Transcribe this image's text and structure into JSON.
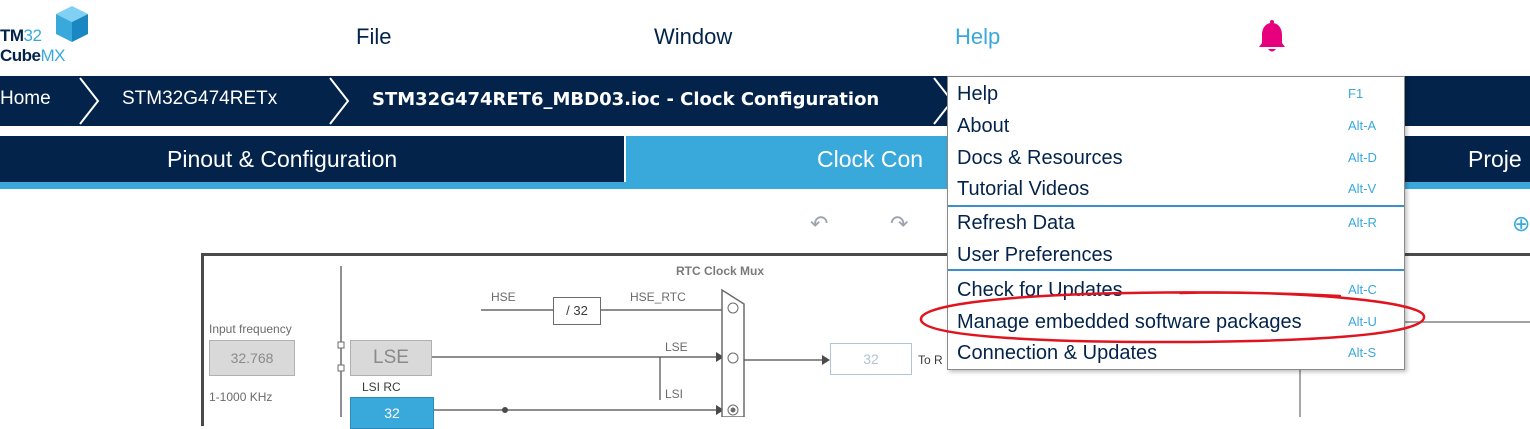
{
  "logo": {
    "line1_bold": "TM",
    "line1_light": "32",
    "line2_bold": "Cube",
    "line2_light": "MX"
  },
  "menu": {
    "file": "File",
    "window": "Window",
    "help": "Help"
  },
  "breadcrumb": {
    "home": "Home",
    "mcu": "STM32G474RETx",
    "project": "STM32G474RET6_MBD03.ioc - Clock Configuration"
  },
  "tabs": {
    "pinout": "Pinout & Configuration",
    "clock": "Clock Con",
    "project": "Proje"
  },
  "toolbar": {
    "undo_icon": "↶",
    "redo_icon": "↷",
    "zoom_icon": "⊕"
  },
  "diagram": {
    "rtc_mux_title": "RTC Clock Mux",
    "hse": "HSE",
    "hse_rtc": "HSE_RTC",
    "div32": "/ 32",
    "input_frequency": "Input frequency",
    "lse_value": "32.768",
    "lse": "LSE",
    "lse_line": "LSE",
    "lsi_line": "LSI",
    "freq_range": "1-1000 KHz",
    "lsi_rc": "LSI RC",
    "lsi_value": "32",
    "rtc_output": "32",
    "to_rtc": "To R"
  },
  "help_menu": {
    "items": [
      {
        "label": "Help",
        "shortcut": "F1"
      },
      {
        "label": "About",
        "shortcut": "Alt-A"
      },
      {
        "label": "Docs & Resources",
        "shortcut": "Alt-D"
      },
      {
        "label": "Tutorial Videos",
        "shortcut": "Alt-V"
      },
      {
        "label": "Refresh Data",
        "shortcut": "Alt-R"
      },
      {
        "label": "User Preferences",
        "shortcut": ""
      },
      {
        "label": "Check for Updates",
        "shortcut": "Alt-C"
      },
      {
        "label": "Manage embedded software packages",
        "shortcut": "Alt-U"
      },
      {
        "label": "Connection & Updates",
        "shortcut": "Alt-S"
      }
    ]
  },
  "colors": {
    "navy": "#03234b",
    "blue": "#39a9dc",
    "bell": "#e6007e",
    "annotation": "#e0141e"
  }
}
